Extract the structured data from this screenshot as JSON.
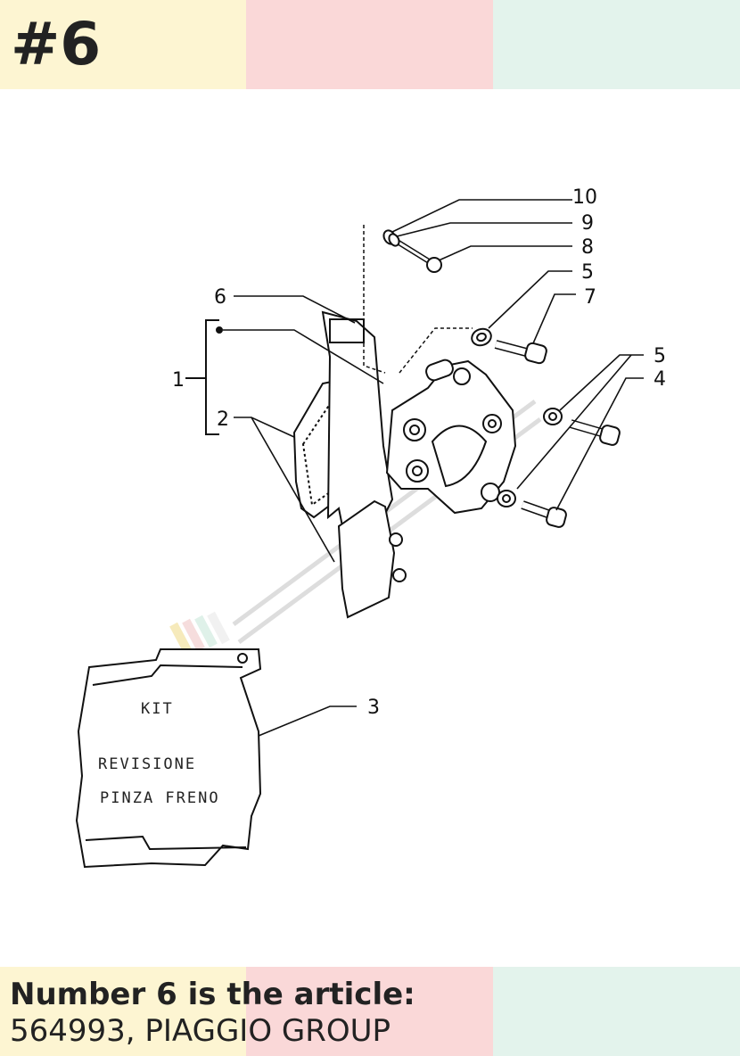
{
  "colors": {
    "band_yellow": "#fdf5d2",
    "band_pink": "#fad8d8",
    "band_mint": "#e3f3ec",
    "text": "#222222",
    "line": "#111111"
  },
  "badge": "#6",
  "caption": {
    "line1": "Number 6 is the article:",
    "line2": "564993, PIAGGIO GROUP"
  },
  "diagram": {
    "callouts": [
      "1",
      "2",
      "3",
      "4",
      "5",
      "5",
      "6",
      "7",
      "8",
      "9",
      "10"
    ],
    "kit_label": {
      "line1": "KIT",
      "line2": "REVISIONE",
      "line3": "PINZA FRENO"
    }
  }
}
